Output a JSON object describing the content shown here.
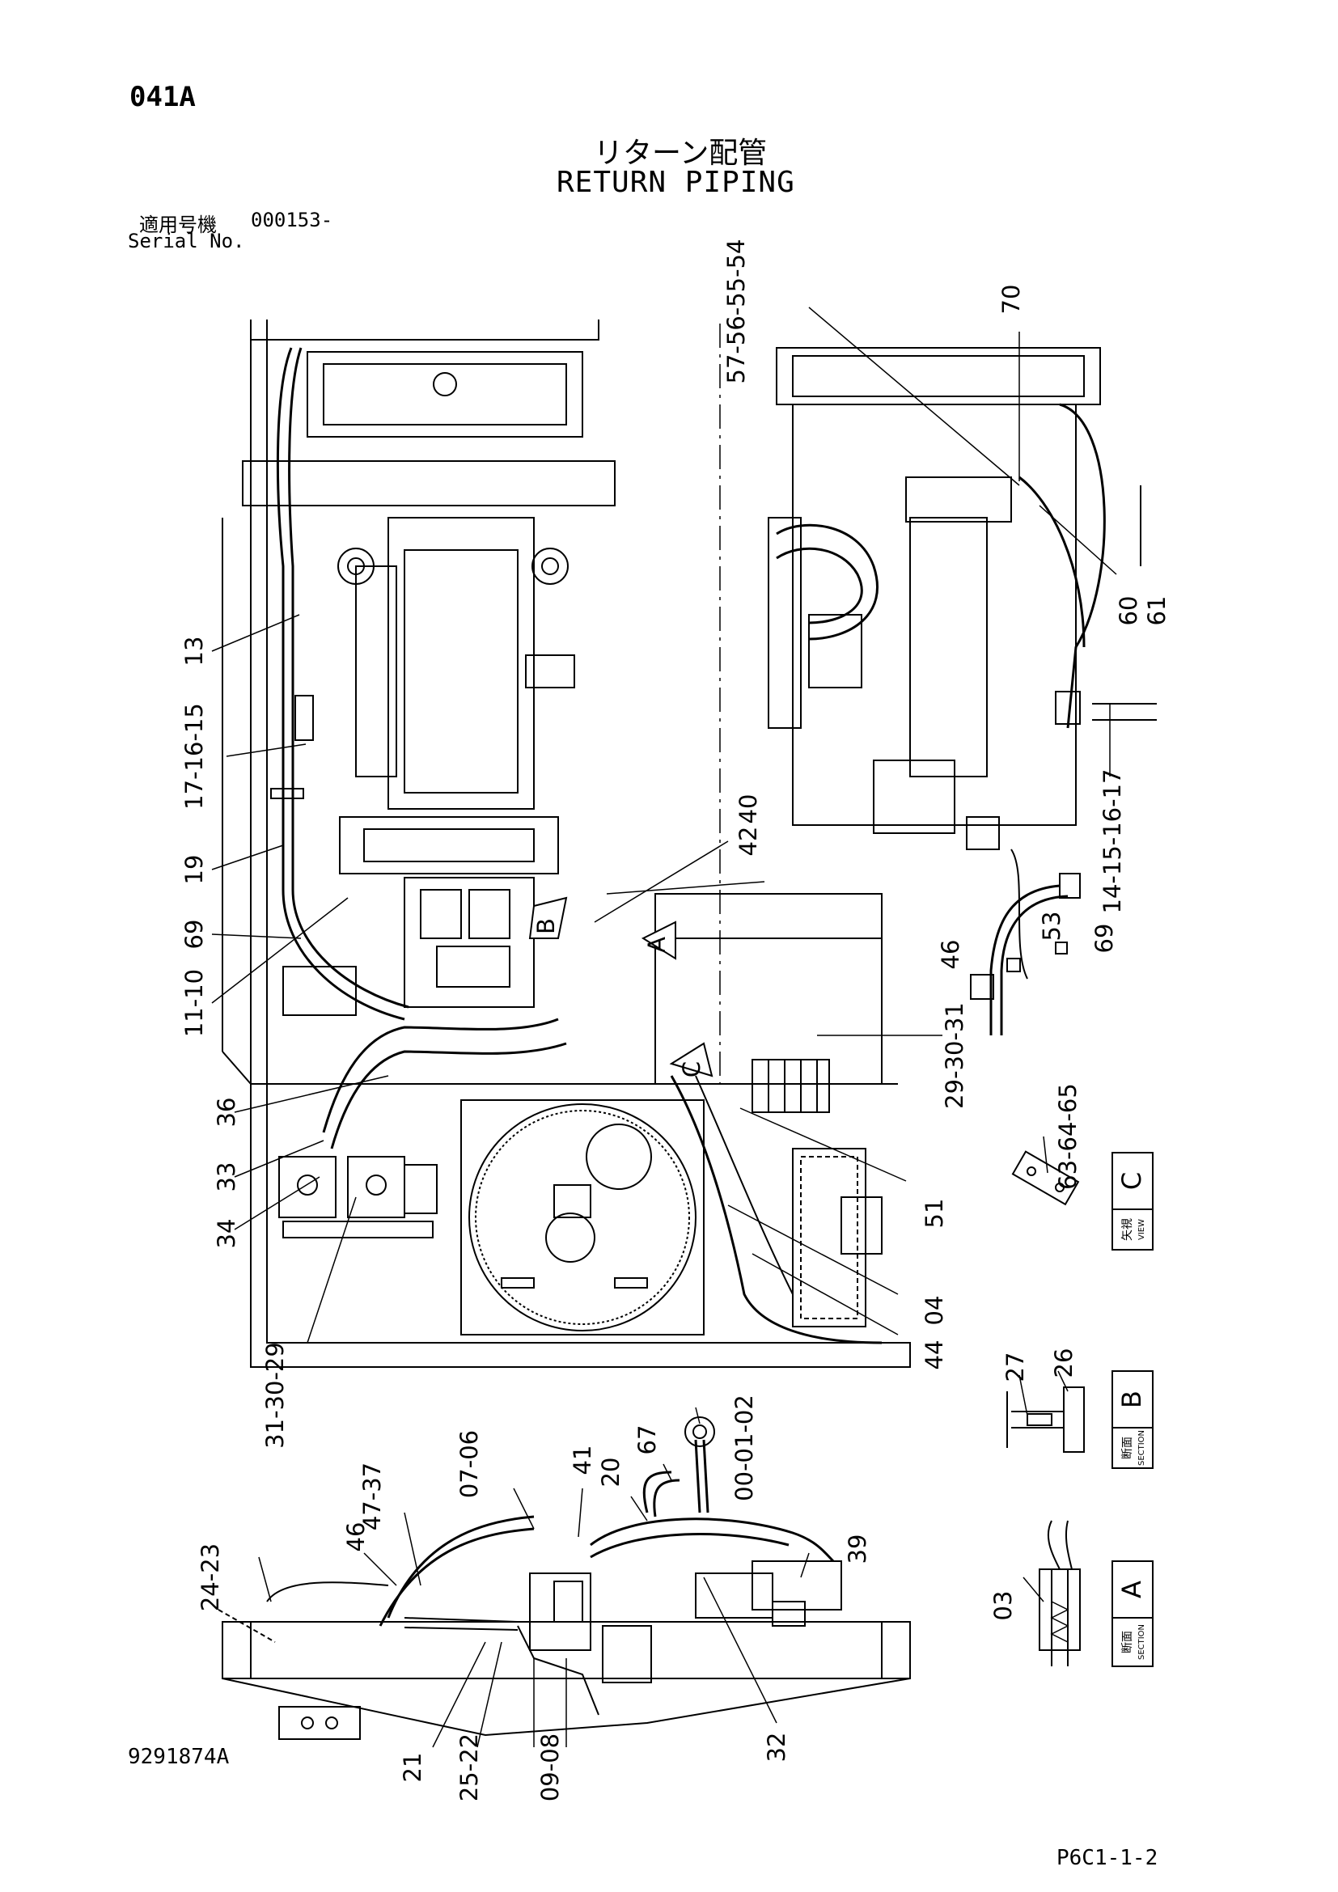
{
  "header": {
    "page_code": "041A",
    "title_jp": "リターン配管",
    "title_en": "RETURN PIPING",
    "serial_label_jp": "適用号機",
    "serial_value": "000153-",
    "serial_label_en": "Serial No."
  },
  "footer": {
    "drawing_number": "9291874A",
    "page_ref": "P6C1-1-2"
  },
  "part_labels": {
    "top_left_view": [
      "13",
      "17-16-15",
      "19",
      "69",
      "11-10",
      "36",
      "33",
      "34",
      "31-30-29",
      "42",
      "40"
    ],
    "top_right_view": [
      "57-56-55-54",
      "70",
      "60",
      "61",
      "14-15-16-17"
    ],
    "center_view": [
      "46",
      "53",
      "69",
      "29-30-31",
      "51",
      "04",
      "44"
    ],
    "bottom_view": [
      "24-23",
      "47-37",
      "46",
      "07-06",
      "41",
      "20",
      "67",
      "00-01-02",
      "39",
      "21",
      "25-22",
      "09-08",
      "32"
    ],
    "detail_view_c": [
      "63-64-65"
    ],
    "detail_section_b": [
      "27",
      "26"
    ],
    "detail_section_a": [
      "03"
    ]
  },
  "arrow_markers": [
    "A",
    "B",
    "C"
  ],
  "view_boxes": [
    {
      "letter": "C",
      "label_jp": "矢視",
      "label_en": "VIEW"
    },
    {
      "letter": "B",
      "label_jp": "断面",
      "label_en": "SECTION"
    },
    {
      "letter": "A",
      "label_jp": "断面",
      "label_en": "SECTION"
    }
  ]
}
